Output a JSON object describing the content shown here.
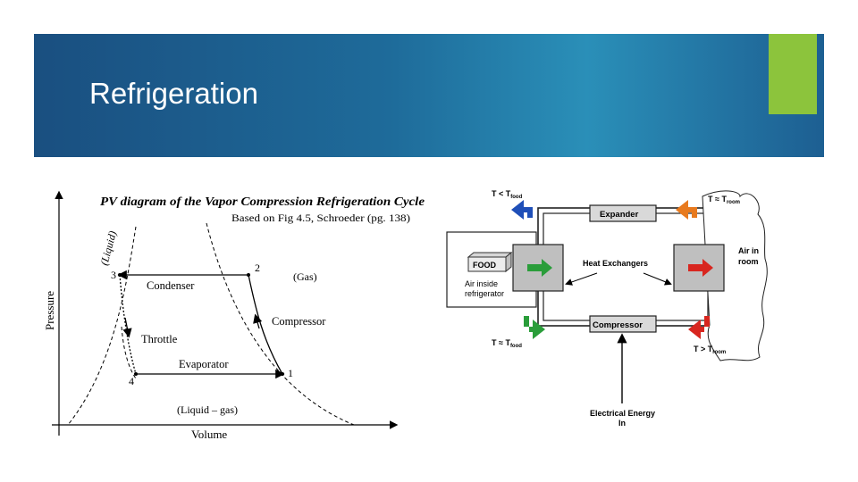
{
  "slide": {
    "title": "Refrigeration",
    "accent_color": "#8cc43c",
    "banner_color": "#1e6b9a"
  },
  "pv": {
    "title": "PV diagram of the Vapor Compression Refrigeration Cycle",
    "subtitle": "Based on Fig 4.5, Schroeder (pg. 138)",
    "ylabel": "Pressure",
    "xlabel": "Volume",
    "liquid": "(Liquid)",
    "gas": "(Gas)",
    "mix": "(Liquid – gas)",
    "condenser": "Condenser",
    "compressor": "Compressor",
    "throttle": "Throttle",
    "evaporator": "Evaporator",
    "p1": "1",
    "p2": "2",
    "p3": "3",
    "p4": "4"
  },
  "hx": {
    "t_cold": "T < T",
    "t_cold_sub": "food",
    "t_warm": "T ≈ T",
    "t_warm_sub": "food",
    "t_room_hot": "T ≈ T",
    "t_room_hot_sub": "room",
    "t_room": "T > T",
    "t_room_sub": "room",
    "expander": "Expander",
    "compressor": "Compressor",
    "heat_exchangers": "Heat Exchangers",
    "food": "FOOD",
    "air_inside_1": "Air inside",
    "air_inside_2": "refrigerator",
    "air_room_1": "Air in",
    "air_room_2": "room",
    "energy_1": "Electrical Energy",
    "energy_2": "In"
  }
}
